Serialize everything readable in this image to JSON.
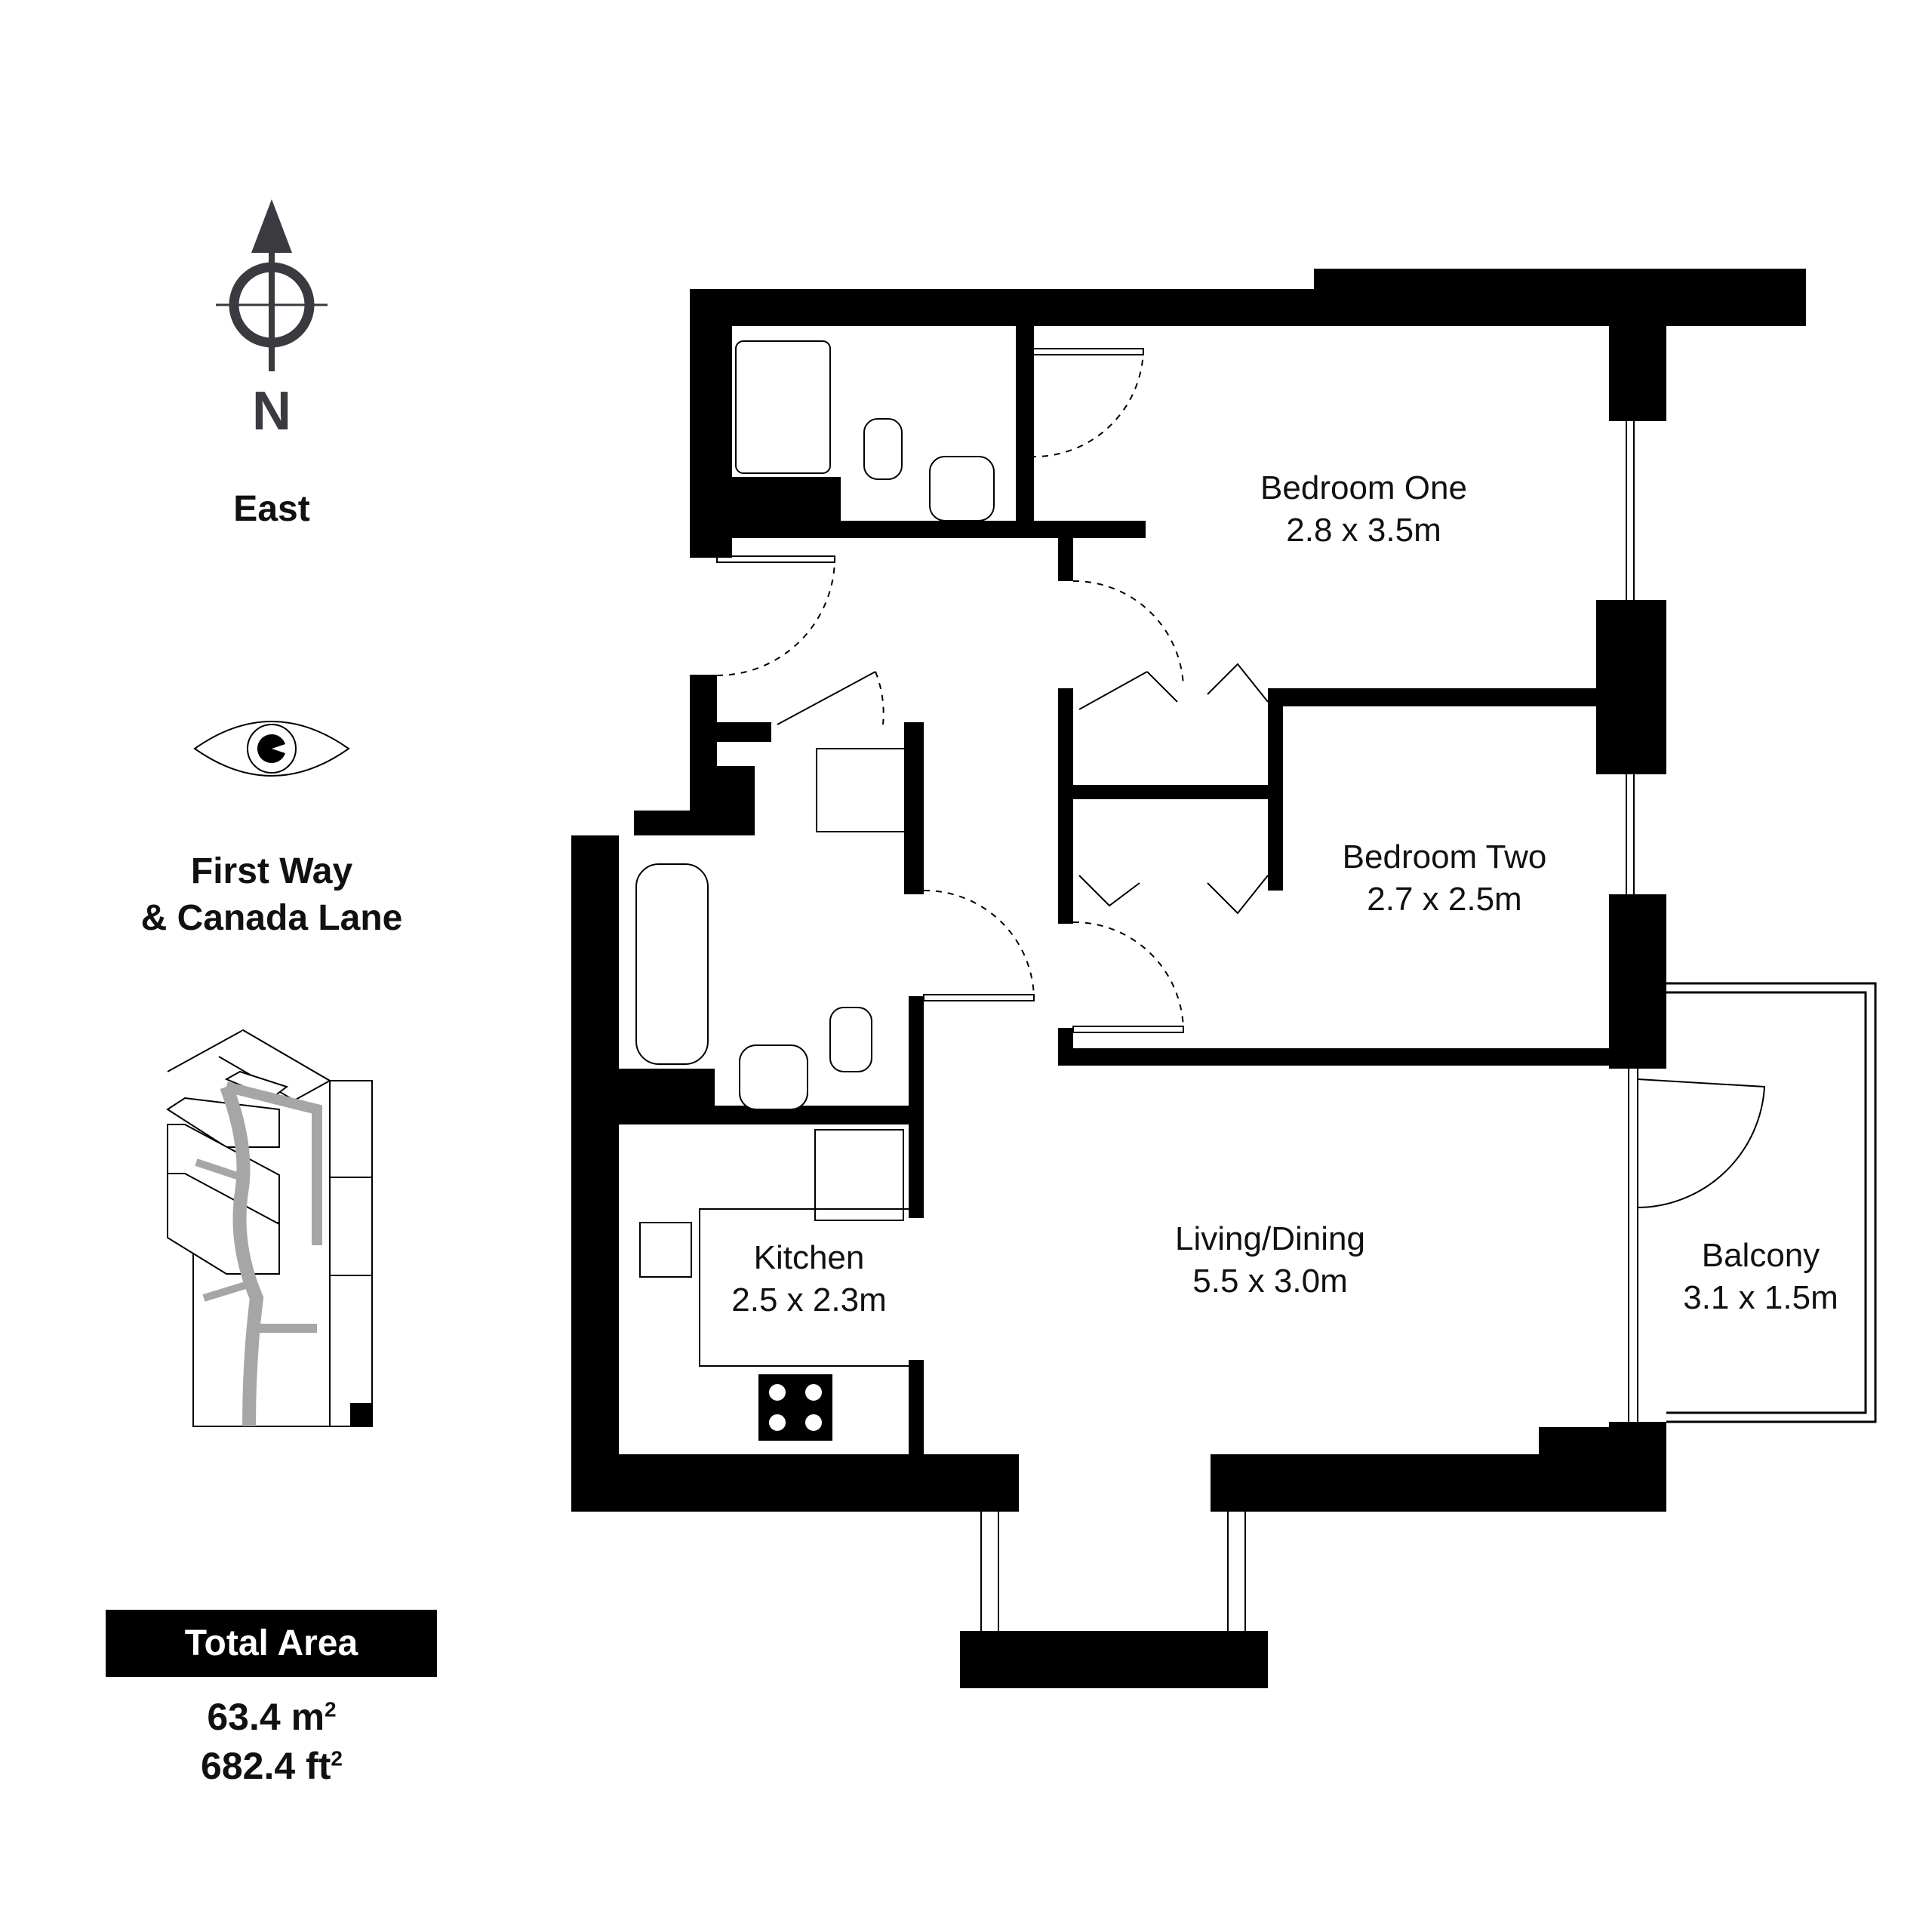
{
  "compass": {
    "north_label": "N",
    "icon": "north-arrow-icon"
  },
  "orientation": "East",
  "view": {
    "icon": "eye-icon",
    "street_line1": "First Way",
    "street_line2": "& Canada Lane"
  },
  "site_plan": {
    "icon": "site-plan-icon"
  },
  "total_area": {
    "label": "Total Area",
    "metric_value": "63.4 m",
    "metric_unit_sup": "2",
    "imperial_value": "682.4 ft",
    "imperial_unit_sup": "2"
  },
  "rooms": [
    {
      "name": "Bedroom One",
      "size": "2.8 x 3.5m"
    },
    {
      "name": "Bedroom Two",
      "size": "2.7 x 2.5m"
    },
    {
      "name": "Living/Dining",
      "size": "5.5 x 3.0m"
    },
    {
      "name": "Kitchen",
      "size": "2.5 x 2.3m"
    },
    {
      "name": "Balcony",
      "size": "3.1 x 1.5m"
    }
  ],
  "colors": {
    "wall": "#000000",
    "compass": "#3a3a40",
    "site_paths": "#a6a6a6"
  }
}
